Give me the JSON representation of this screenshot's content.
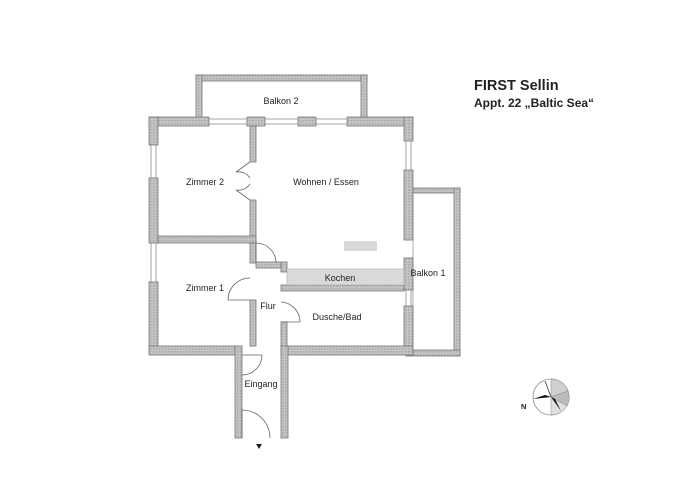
{
  "title": {
    "name": "FIRST Sellin",
    "subtitle": "Appt. 22 „Baltic Sea“"
  },
  "rooms": {
    "balkon2": "Balkon 2",
    "zimmer2": "Zimmer 2",
    "wohnen": "Wohnen / Essen",
    "zimmer1": "Zimmer 1",
    "flur": "Flur",
    "kochen": "Kochen",
    "balkon1": "Balkon 1",
    "dusche": "Dusche/Bad",
    "eingang": "Eingang"
  },
  "compass": {
    "north_label": "N"
  },
  "colors": {
    "wall": "#b5b5b5",
    "wall_stroke": "#7a7a7a",
    "line": "#555555",
    "counter": "#d9d9d9"
  }
}
